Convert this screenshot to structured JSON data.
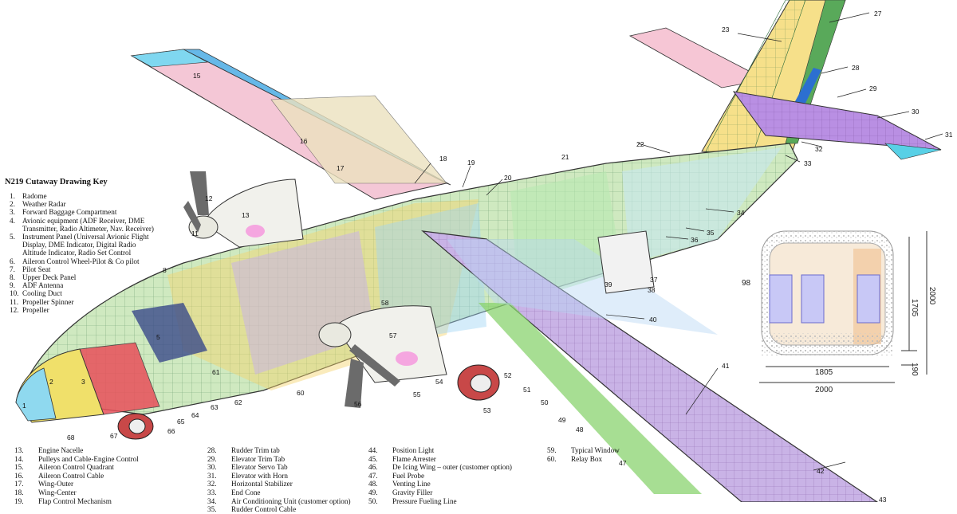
{
  "key": {
    "title": "N219 Cutaway Drawing Key",
    "top_items": [
      {
        "n": "1.",
        "t": "Radome"
      },
      {
        "n": "2.",
        "t": "Weather Radar"
      },
      {
        "n": "3.",
        "t": "Forward Baggage Compartment"
      },
      {
        "n": "4.",
        "t": "Avionic equipment (ADF Receiver, DME"
      },
      {
        "n": "",
        "t": "Transmitter, Radio Altimeter, Nav. Receiver)"
      },
      {
        "n": "5.",
        "t": "Instrument Panel (Universal Avionic Flight"
      },
      {
        "n": "",
        "t": "Display, DME Indicator, Digital Radio"
      },
      {
        "n": "",
        "t": "Altitude Indicator, Radio Set Control"
      },
      {
        "n": "6.",
        "t": "Aileron Control Wheel-Pilot & Co pilot"
      },
      {
        "n": "7.",
        "t": "Pilot  Seat"
      },
      {
        "n": "8.",
        "t": "Upper Deck Panel"
      },
      {
        "n": "9.",
        "t": "ADF Antenna"
      },
      {
        "n": "10.",
        "t": "     Cooling Duct"
      },
      {
        "n": "11.",
        "t": "     Propeller Spinner"
      },
      {
        "n": "12.",
        "t": "     Propeller"
      }
    ],
    "col1": [
      {
        "n": "13.",
        "t": "Engine Nacelle"
      },
      {
        "n": "14.",
        "t": "Pulleys and Cable-Engine Control"
      },
      {
        "n": "15.",
        "t": "Aileron Control Quadrant"
      },
      {
        "n": "16.",
        "t": "Aileron Control Cable"
      },
      {
        "n": "17.",
        "t": "Wing-Outer"
      },
      {
        "n": "18.",
        "t": "Wing-Center"
      },
      {
        "n": "19.",
        "t": "Flap Control Mechanism"
      }
    ],
    "col2": [
      {
        "n": "28.",
        "t": "Rudder Trim tab"
      },
      {
        "n": "29.",
        "t": "Elevator Trim Tab"
      },
      {
        "n": "30.",
        "t": "Elevator Servo Tab"
      },
      {
        "n": "31.",
        "t": "Elevator with Horn"
      },
      {
        "n": "32.",
        "t": "Horizontal Stabilizer"
      },
      {
        "n": "33.",
        "t": "End Cone"
      },
      {
        "n": "34.",
        "t": "Air Conditioning Unit (customer option)"
      },
      {
        "n": "35.",
        "t": "Rudder Control Cable"
      }
    ],
    "col3": [
      {
        "n": "44.",
        "t": "Position Light"
      },
      {
        "n": "45.",
        "t": "Flame Arrester"
      },
      {
        "n": "46.",
        "t": "De Icing Wing – outer (customer option)"
      },
      {
        "n": "47.",
        "t": "Fuel Probe"
      },
      {
        "n": "48.",
        "t": "Venting Line"
      },
      {
        "n": "49.",
        "t": "Gravity Filler"
      },
      {
        "n": "50.",
        "t": "Pressure Fueling Line"
      }
    ],
    "col4": [
      {
        "n": "59.",
        "t": "Typical Window"
      },
      {
        "n": "60.",
        "t": "Relay Box"
      }
    ]
  },
  "callouts": [
    "1",
    "2",
    "3",
    "5",
    "8",
    "11",
    "12",
    "13",
    "15",
    "16",
    "17",
    "18",
    "19",
    "20",
    "21",
    "22",
    "23",
    "27",
    "28",
    "29",
    "30",
    "31",
    "32",
    "33",
    "34",
    "35",
    "36",
    "37",
    "38",
    "39",
    "40",
    "41",
    "42",
    "43",
    "47",
    "48",
    "49",
    "50",
    "51",
    "52",
    "53",
    "54",
    "55",
    "56",
    "57",
    "58",
    "60",
    "61",
    "62",
    "63",
    "64",
    "65",
    "66",
    "67",
    "68"
  ],
  "section": {
    "dims": {
      "width_inner": "1805",
      "width_outer": "2000",
      "height_inner": "1705",
      "height_outer": "2000",
      "floor": "190",
      "label": "98"
    }
  },
  "colors": {
    "wing": "#c9b3e6",
    "wing_pink": "#f4c7d6",
    "nose_red": "#e8505a",
    "nose_yellow": "#f0e06a",
    "frame_green": "#3aa04a",
    "tail_cyan": "#58d0e6",
    "tail_yellow": "#f6e08a",
    "engine_white": "#f1f1ec"
  }
}
